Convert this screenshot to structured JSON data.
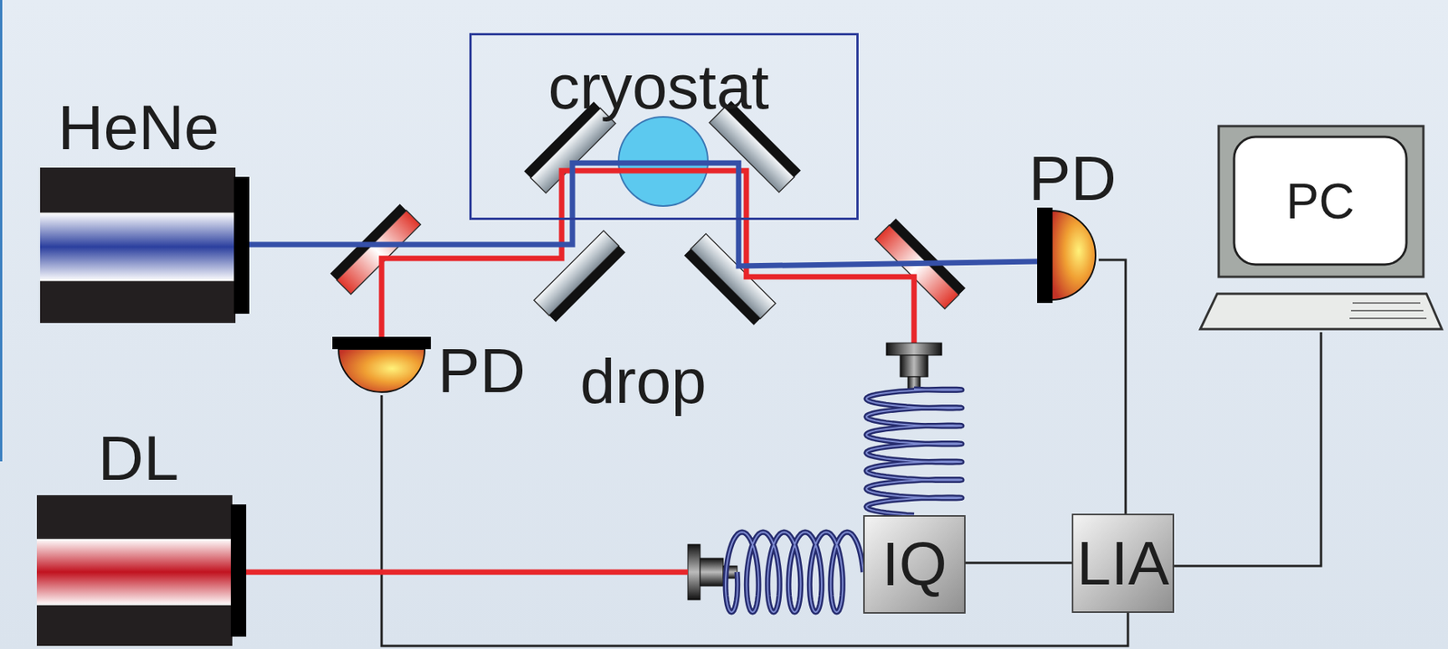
{
  "diagram": {
    "nodes": [
      {
        "text": [
          "HeNe"
        ]
      },
      {
        "text": [
          "cryostat"
        ]
      },
      {
        "text": [
          "PD"
        ]
      },
      {
        "text": [
          "PC"
        ]
      },
      {
        "text": [
          "PD"
        ]
      },
      {
        "text": [
          "DL"
        ]
      },
      {
        "text": [
          "IQ"
        ]
      },
      {
        "text": [
          "LIA"
        ]
      }
    ],
    "edges": [
      {
        "from": 2,
        "to": 7,
        "arrow": "none"
      },
      {
        "from": 4,
        "to": 7,
        "arrow": "none"
      },
      {
        "from": 5,
        "to": 6,
        "arrow": "none"
      },
      {
        "from": 6,
        "to": 7,
        "arrow": "none"
      },
      {
        "from": 7,
        "to": 3,
        "arrow": "none"
      }
    ],
    "labels": [
      "drop"
    ]
  }
}
